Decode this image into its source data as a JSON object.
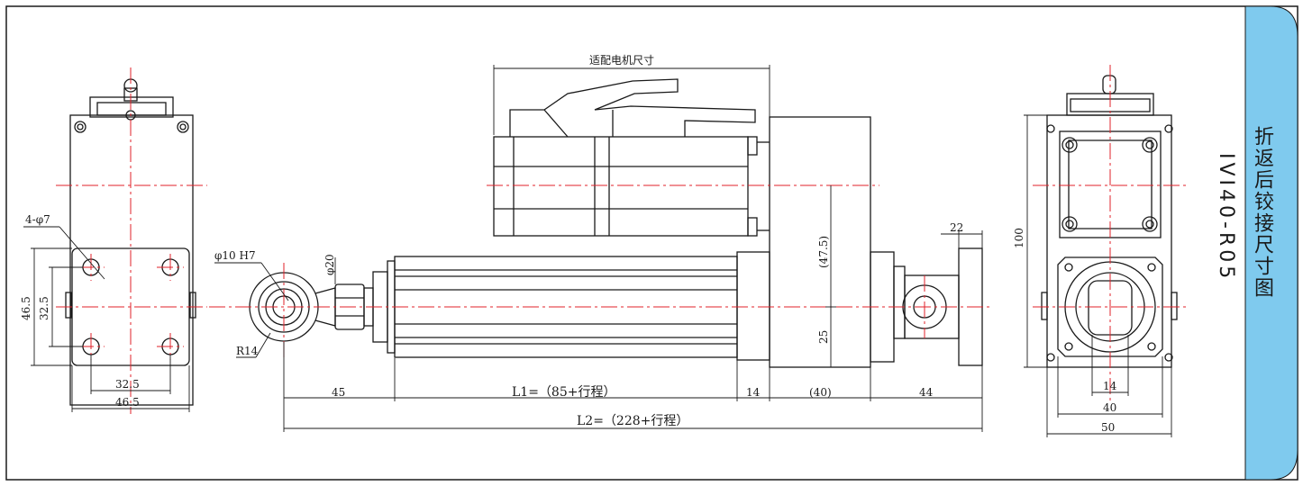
{
  "title": {
    "chinese": "折返后铰接尺寸图",
    "model": "IVI40-R05"
  },
  "colors": {
    "accent": "#7fcaee",
    "line": "#1a1a1a",
    "centerline": "#e0202a"
  },
  "motor_label": "适配电机尺寸",
  "dims": {
    "hole": "4-φ7",
    "v_outer": "46.5",
    "v_inner": "32.5",
    "h_inner": "32.5",
    "h_outer": "46.5",
    "rod_end_hole": "φ10 H7",
    "rod_dia": "φ20",
    "radius": "R14",
    "d45": "45",
    "l1": "L1=（85+行程）",
    "d14": "14",
    "d40p": "(40)",
    "d44": "44",
    "l2": "L2=（228+行程）",
    "d22": "22",
    "d47_5": "(47.5)",
    "d25": "25",
    "d100": "100",
    "r14": "14",
    "r40": "40",
    "r50": "50"
  }
}
